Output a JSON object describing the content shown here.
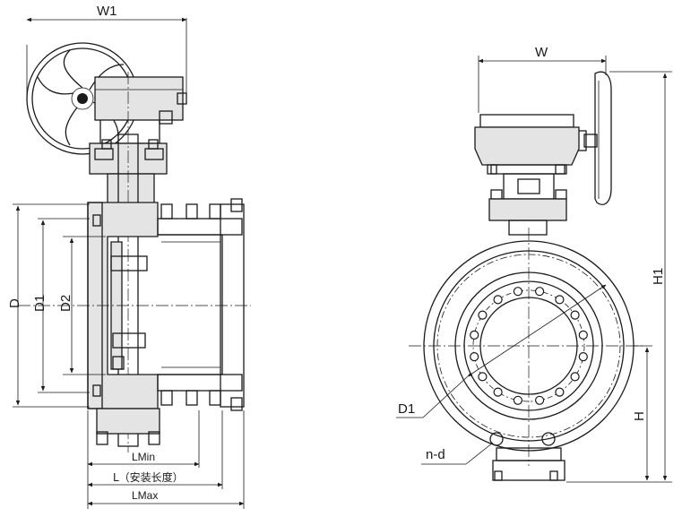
{
  "left_view": {
    "dim_w1": "W1",
    "dim_d": "D",
    "dim_d1": "D1",
    "dim_d2": "D2",
    "dim_lmin": "LMin",
    "dim_l": "L（安装长度）",
    "dim_lmax": "LMax"
  },
  "right_view": {
    "dim_w": "W",
    "dim_h1": "H1",
    "dim_h": "H",
    "dim_d1": "D1",
    "dim_nd": "n-d"
  }
}
